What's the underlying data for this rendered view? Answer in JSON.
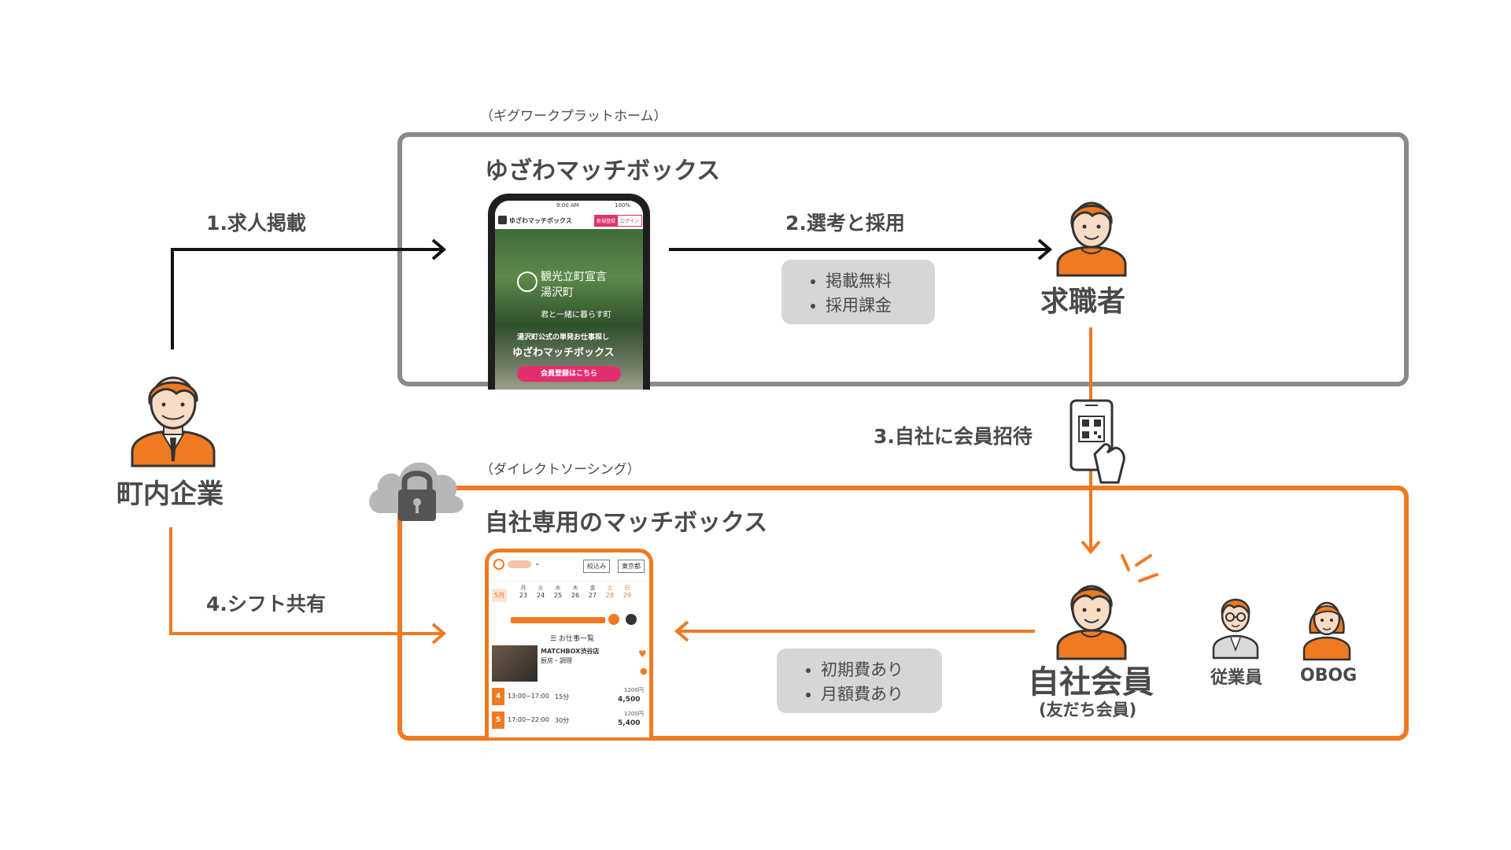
{
  "platform_label": "（ギグワークプラットホーム）",
  "platform_title": "ゆざわマッチボックス",
  "direct_label": "（ダイレクトソーシング）",
  "direct_title": "自社専用のマッチボックス",
  "steps": {
    "step1": "1.求人掲載",
    "step2": "2.選考と採用",
    "step3": "3.自社に会員招待",
    "step4": "4.シフト共有"
  },
  "notes": {
    "platform": [
      "掲載無料",
      "採用課金"
    ],
    "direct": [
      "初期費あり",
      "月額費あり"
    ]
  },
  "actors": {
    "company": "町内企業",
    "job_seeker": "求職者",
    "member": "自社会員",
    "member_sub": "(友だち会員)",
    "employee": "従業員",
    "obog": "OBOG"
  },
  "phone": {
    "time": "9:00 AM",
    "battery": "100%",
    "app_name": "ゆざわマッチボックス",
    "register_btn": "新規登録",
    "login_btn": "ログイン",
    "headline1": "観光立町宣言",
    "headline2": "湯沢町",
    "tagline": "君と一緒に暮らす町",
    "sub1": "湯沢町公式の単発お仕事探し",
    "sub2": "ゆざわマッチボックス",
    "cta": "会員登録はこちら"
  },
  "tablet": {
    "filter1": "絞込み",
    "filter2": "東京都",
    "month": "5月",
    "days": [
      {
        "dow": "月",
        "num": "23"
      },
      {
        "dow": "火",
        "num": "24"
      },
      {
        "dow": "水",
        "num": "25"
      },
      {
        "dow": "木",
        "num": "26"
      },
      {
        "dow": "金",
        "num": "27"
      },
      {
        "dow": "土",
        "num": "28"
      },
      {
        "dow": "日",
        "num": "29"
      }
    ],
    "list_title": "お仕事一覧",
    "job_name": "MATCHBOX渋谷店",
    "job_type": "厨房・調理",
    "shifts": [
      {
        "date": "4",
        "time": "13:00~17:00",
        "break": "15分",
        "hourly": "1200円",
        "total": "4,500"
      },
      {
        "date": "5",
        "time": "17:00~22:00",
        "break": "30分",
        "hourly": "1200円",
        "total": "5,400"
      }
    ]
  },
  "colors": {
    "orange": "#f07a22",
    "gray_border": "#8a8a8a",
    "note_bg": "#d6d6d6",
    "text": "#4a4a4a",
    "pink": "#e3306c"
  }
}
